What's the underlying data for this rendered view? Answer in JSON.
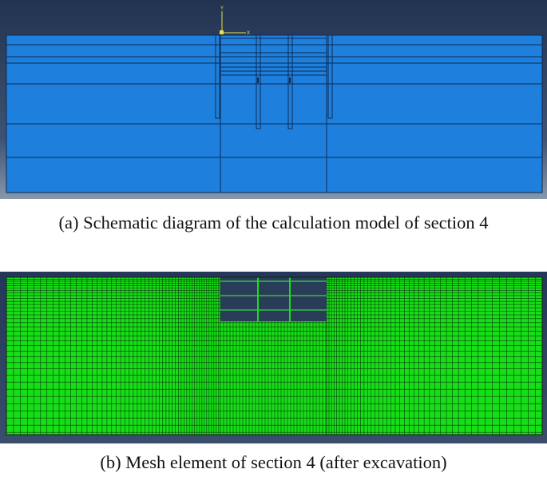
{
  "panels": [
    {
      "id": "a",
      "caption": "(a) Schematic diagram of the calculation model of section 4",
      "axis_triad": {
        "y_label": "Y",
        "x_label": "X"
      },
      "colors": {
        "background_top": "#283a57",
        "background_bottom": "#7f8fa4",
        "model_fill": "#1e80dc",
        "model_line": "#0d2a55"
      }
    },
    {
      "id": "b",
      "caption": "(b) Mesh element of section 4 (after excavation)",
      "colors": {
        "background": "#2a3d58",
        "mesh_fill": "#17df17",
        "mesh_line": "#0a3a0a",
        "excavation": "#2a3d58",
        "strut": "#3aff3a"
      }
    }
  ]
}
